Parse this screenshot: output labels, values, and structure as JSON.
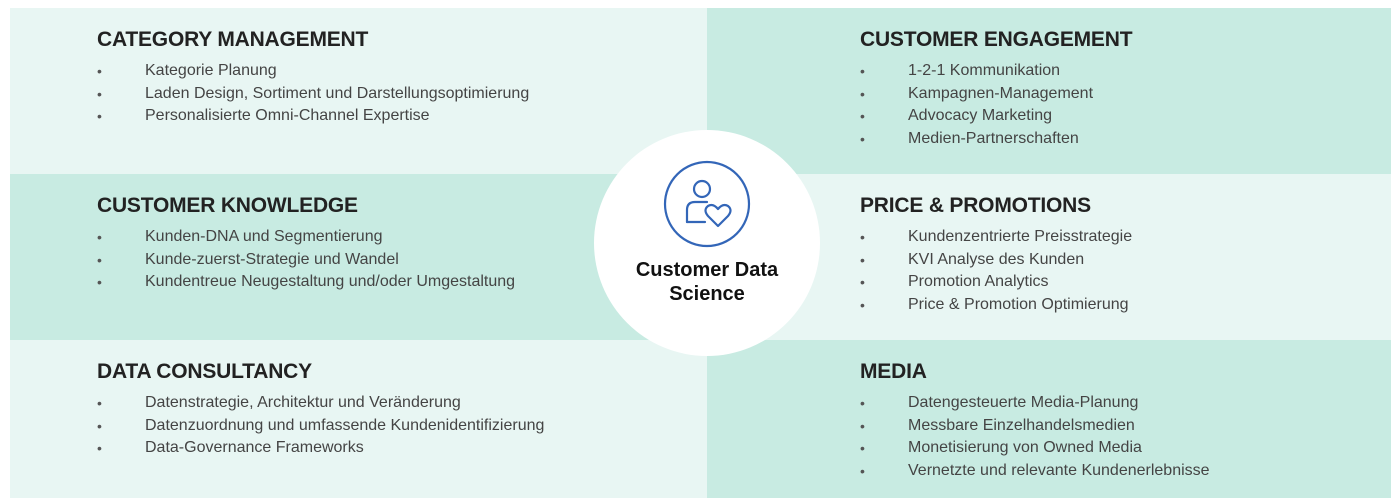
{
  "center": {
    "icon": "customer-heart-icon",
    "label_line1": "Customer Data",
    "label_line2": "Science",
    "accent_color": "#3366b8"
  },
  "colors": {
    "light_panel": "#e8f6f3",
    "dark_panel": "#c8ebe2"
  },
  "quadrants": [
    {
      "title": "CATEGORY MANAGEMENT",
      "items": [
        "Kategorie Planung",
        "Laden Design, Sortiment und Darstellungsoptimierung",
        "Personalisierte Omni-Channel Expertise"
      ]
    },
    {
      "title": "CUSTOMER ENGAGEMENT",
      "items": [
        "1-2-1 Kommunikation",
        "Kampagnen-Management",
        "Advocacy Marketing",
        "Medien-Partnerschaften"
      ]
    },
    {
      "title": "CUSTOMER KNOWLEDGE",
      "items": [
        "Kunden-DNA und Segmentierung",
        "Kunde-zuerst-Strategie und Wandel",
        "Kundentreue Neugestaltung und/oder Umgestaltung"
      ]
    },
    {
      "title": "PRICE & PROMOTIONS",
      "items": [
        "Kundenzentrierte Preisstrategie",
        "KVI Analyse des Kunden",
        "Promotion Analytics",
        "Price & Promotion Optimierung"
      ]
    },
    {
      "title": "DATA CONSULTANCY",
      "items": [
        "Datenstrategie, Architektur und Veränderung",
        "Datenzuordnung und umfassende Kundenidentifizierung",
        "Data-Governance Frameworks"
      ]
    },
    {
      "title": "MEDIA",
      "items": [
        "Datengesteuerte Media-Planung",
        "Messbare Einzelhandelsmedien",
        "Monetisierung von Owned Media",
        "Vernetzte und relevante Kundenerlebnisse"
      ]
    }
  ]
}
